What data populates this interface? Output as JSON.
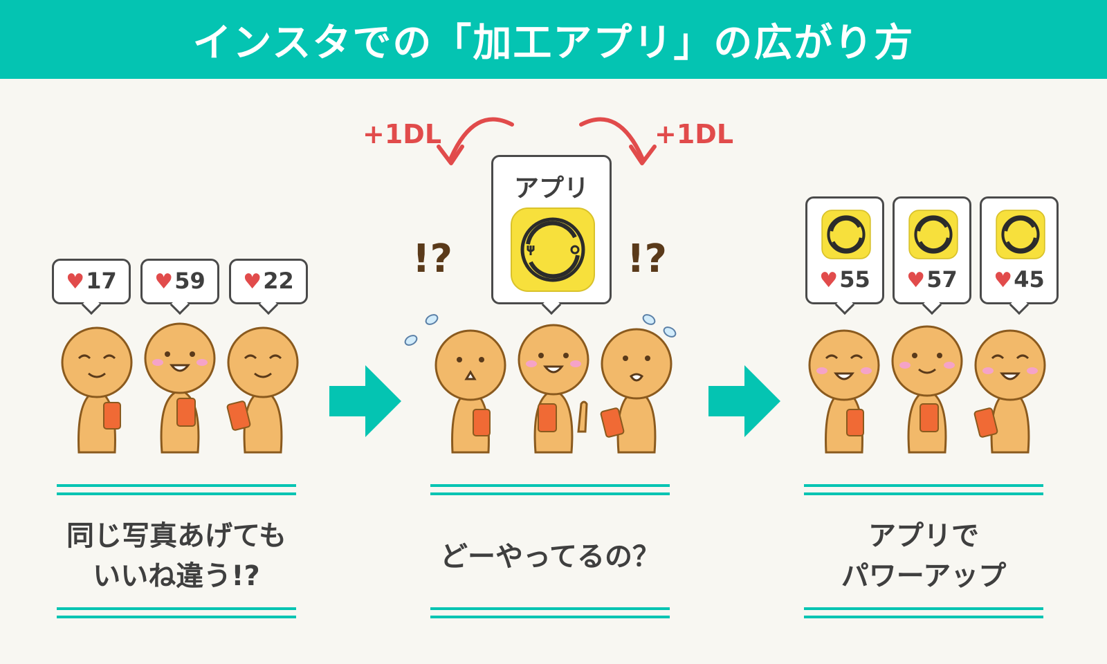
{
  "header": {
    "title": "インスタでの「加工アプリ」の広がり方"
  },
  "colors": {
    "teal": "#04c4b2",
    "heart_red": "#e14b4b",
    "skin": "#f2b96a",
    "outline": "#8a5a1e",
    "app_yellow": "#f7e03c",
    "phone": "#f06a35",
    "text": "#3f3f3f"
  },
  "panel1": {
    "likes": [
      {
        "heart": "♥",
        "count": "17"
      },
      {
        "heart": "♥",
        "count": "59"
      },
      {
        "heart": "♥",
        "count": "22"
      }
    ],
    "caption_line1": "同じ写真あげても",
    "caption_line2": "いいね違う!?"
  },
  "panel2": {
    "dl_left": "+1DL",
    "dl_right": "+1DL",
    "app_label": "アプリ",
    "exclaim_left": "!?",
    "exclaim_right": "!?",
    "caption": "どーやってるの？"
  },
  "panel3": {
    "likes": [
      {
        "heart": "♥",
        "count": "55"
      },
      {
        "heart": "♥",
        "count": "57"
      },
      {
        "heart": "♥",
        "count": "45"
      }
    ],
    "caption_line1": "アプリで",
    "caption_line2": "パワーアップ"
  },
  "icons": {
    "arrow": "right-arrow-icon",
    "app": "camera-app-icon",
    "heart": "heart-icon",
    "curve": "curved-arrow-icon"
  }
}
